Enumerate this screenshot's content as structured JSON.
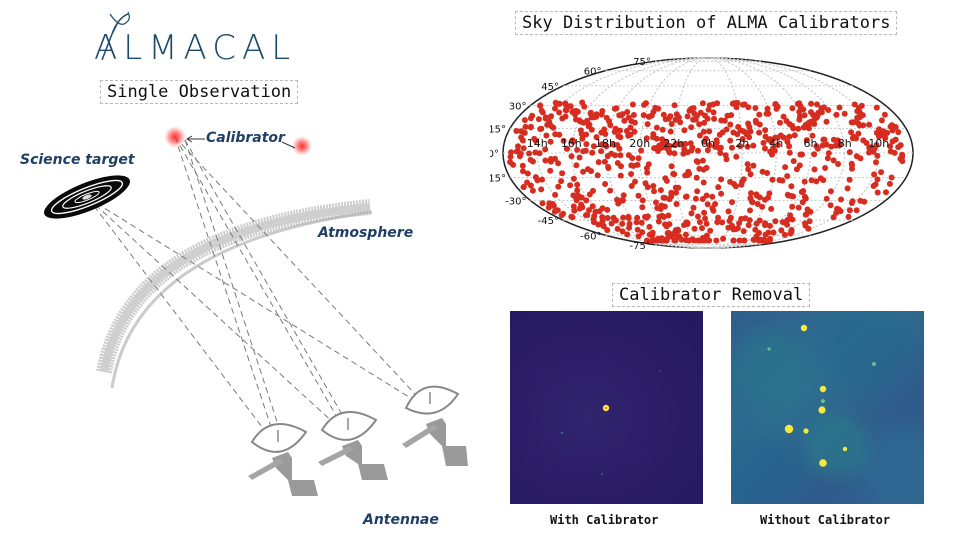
{
  "logo": {
    "text": "ALMACAL"
  },
  "single_observation": {
    "title": "Single Observation",
    "labels": {
      "science_target": "Science target",
      "calibrator": "Calibrator",
      "atmosphere": "Atmosphere",
      "antennae": "Antennae"
    }
  },
  "sky_map": {
    "title": "Sky Distribution of ALMA Calibrators",
    "dec_ticks": [
      "75°",
      "60°",
      "45°",
      "30°",
      "15°",
      "0°",
      "-15°",
      "-30°",
      "-45°",
      "-60°",
      "-75°"
    ],
    "ra_ticks": [
      "14h",
      "16h",
      "18h",
      "20h",
      "22h",
      "0h",
      "2h",
      "4h",
      "6h",
      "8h",
      "10h"
    ],
    "marker_color": "#d62d20"
  },
  "removal": {
    "title": "Calibrator Removal",
    "with_label": "With Calibrator",
    "without_label": "Without Calibrator"
  }
}
